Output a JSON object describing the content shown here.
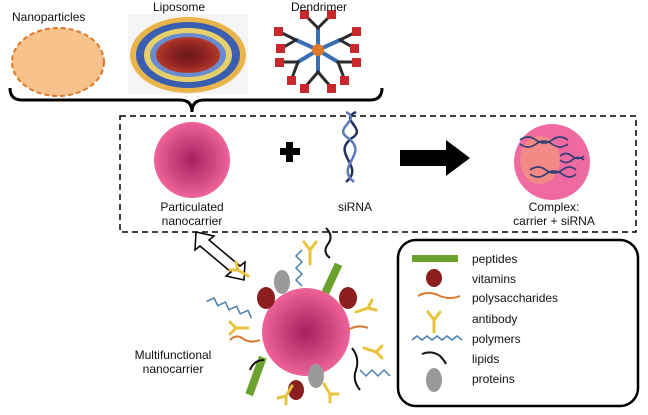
{
  "carrier_types": {
    "nanoparticles": "Nanoparticles",
    "liposome": "Liposome",
    "dendrimer": "Dendrimer"
  },
  "process": {
    "carrier_line1": "Particulated",
    "carrier_line2": "nanocarrier",
    "sirna": "siRNA",
    "complex_line1": "Complex:",
    "complex_line2": "carrier + siRNA"
  },
  "multifunctional": {
    "line1": "Multifunctional",
    "line2": "nanocarrier"
  },
  "legend": {
    "items": [
      {
        "label": "peptides"
      },
      {
        "label": "vitamins"
      },
      {
        "label": "polysaccharides"
      },
      {
        "label": "antibody"
      },
      {
        "label": "polymers"
      },
      {
        "label": "lipids"
      },
      {
        "label": "proteins"
      }
    ]
  },
  "colors": {
    "sphere_center": "#b8236a",
    "sphere_edge": "#f25d98",
    "nanoparticle_fill": "#f7c28b",
    "nanoparticle_border": "#e0782a",
    "peptide": "#6aa22d",
    "vitamin": "#8b1f1f",
    "polysaccharide": "#d7782c",
    "antibody": "#e8c43a",
    "polymer": "#4a7fb0",
    "lipid": "#111111",
    "protein": "#9a9a9a"
  }
}
